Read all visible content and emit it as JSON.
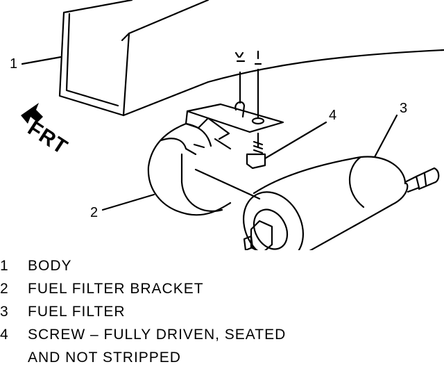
{
  "callouts": {
    "c1": "1",
    "c2": "2",
    "c3": "3",
    "c4": "4"
  },
  "direction_label": "FRT",
  "legend": [
    {
      "num": "1",
      "text": "BODY"
    },
    {
      "num": "2",
      "text": "FUEL FILTER BRACKET"
    },
    {
      "num": "3",
      "text": "FUEL FILTER"
    },
    {
      "num": "4",
      "text": "SCREW – FULLY DRIVEN, SEATED"
    },
    {
      "num": "",
      "text": "AND NOT STRIPPED"
    }
  ]
}
